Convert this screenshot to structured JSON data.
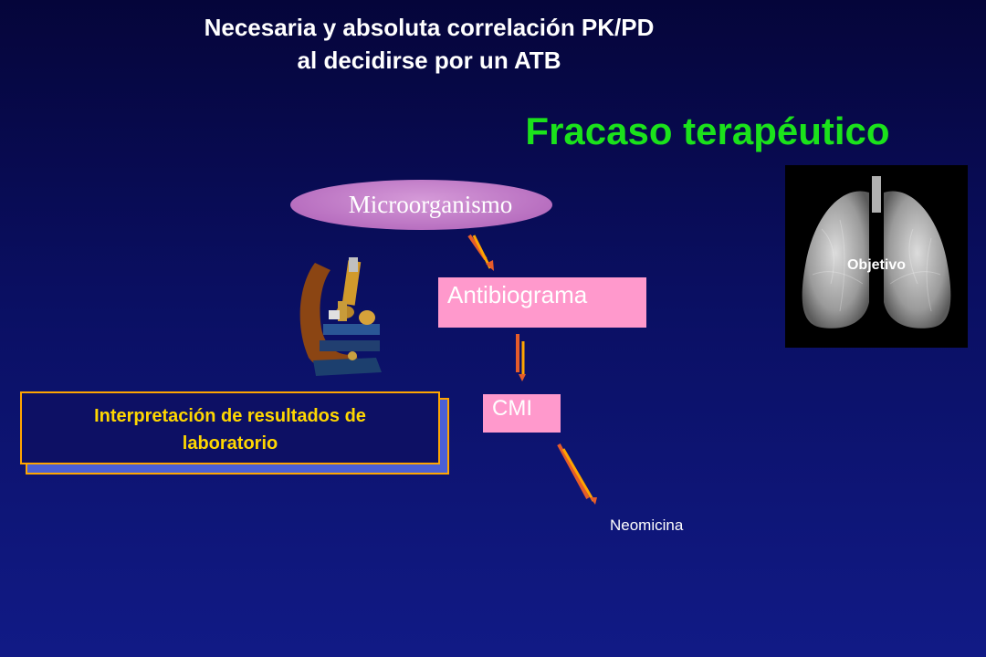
{
  "title": {
    "line1": "Necesaria y absoluta correlación PK/PD",
    "line2": "al decidirse por un ATB"
  },
  "subtitle": "Fracaso terapéutico",
  "nodes": {
    "microorganismo": "Microorganismo",
    "antibiograma": "Antibiograma",
    "cmi": "CMI",
    "neomicina": "Neomicina"
  },
  "interpretation": {
    "line1": "Interpretación de resultados de",
    "line2": "laboratorio"
  },
  "lung_label": "Objetivo",
  "icons": [
    "microscope-icon",
    "lungs-image"
  ],
  "colors": {
    "background": "#0a0f62",
    "subtitle": "#1be21b",
    "pink_box": "#ff99cc",
    "ellipse": "#b86fc0",
    "arrow": "#ffa500",
    "interp_text": "#ffd700"
  }
}
